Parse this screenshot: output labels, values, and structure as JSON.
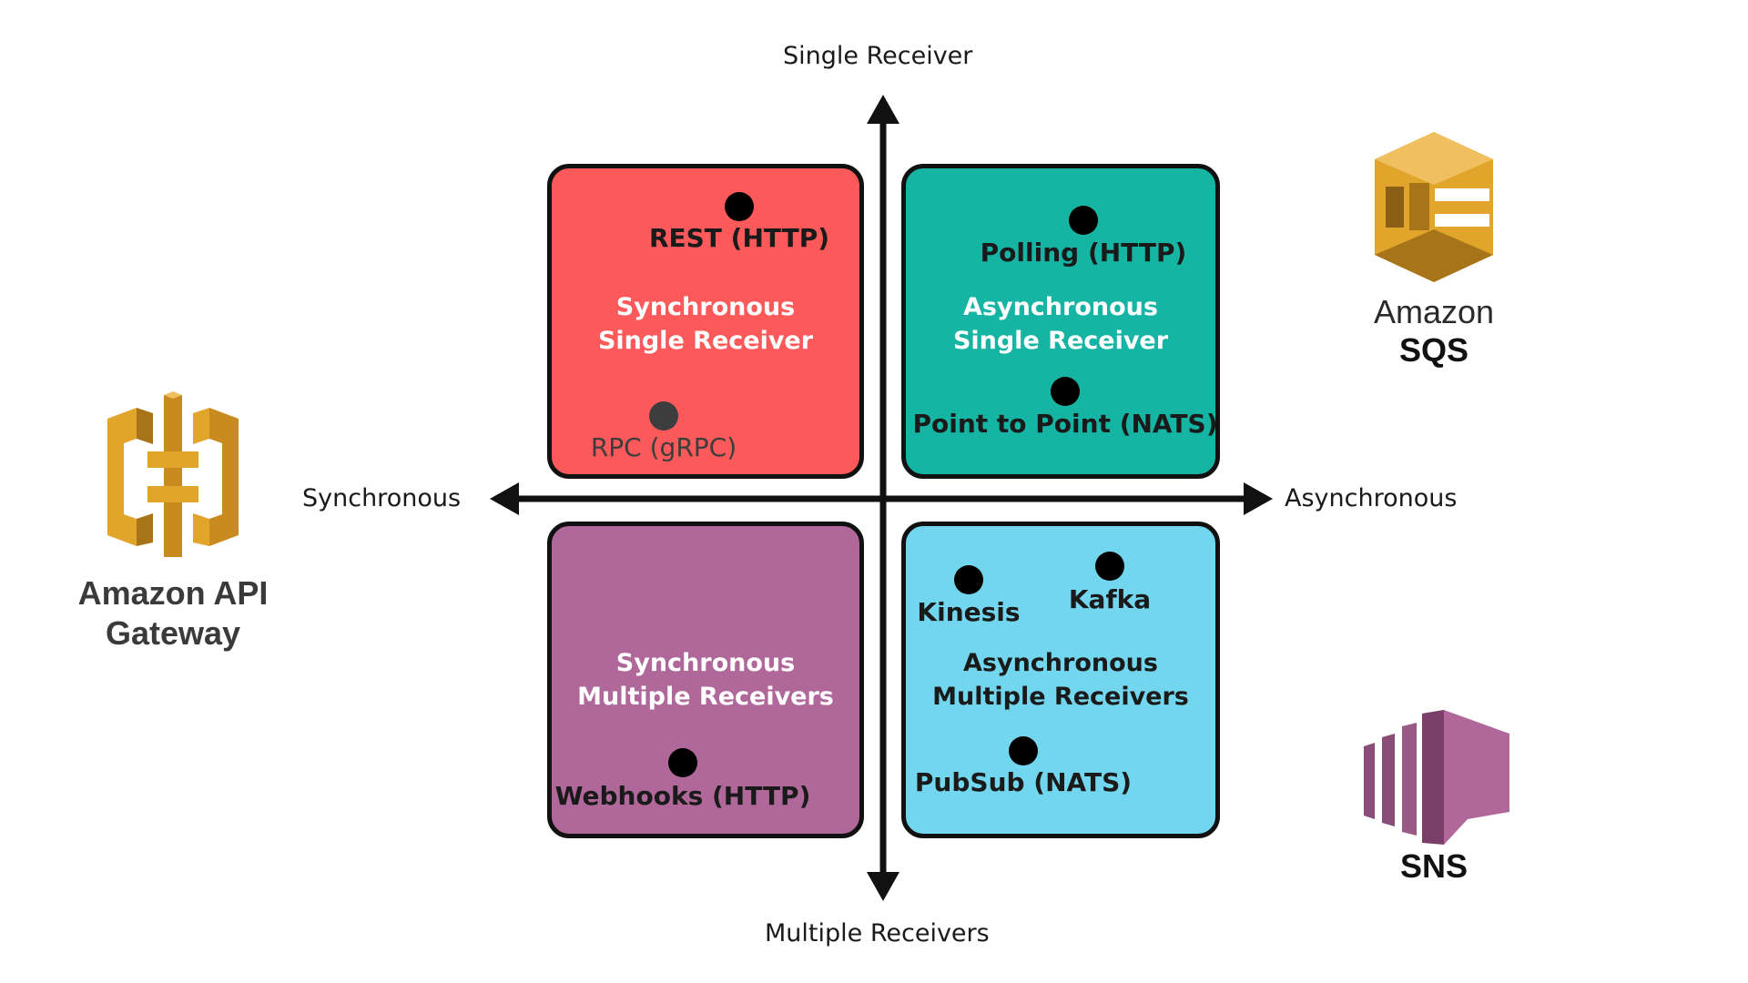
{
  "axes": {
    "top": "Single Receiver",
    "bottom": "Multiple Receivers",
    "left": "Synchronous",
    "right": "Asynchronous"
  },
  "quadrants": {
    "top_left": {
      "color": "#fc5a5a",
      "title": [
        "Synchronous",
        "Single Receiver"
      ],
      "items": [
        {
          "label": "REST (HTTP)"
        },
        {
          "label": "RPC (gRPC)"
        }
      ]
    },
    "top_right": {
      "color": "#16b4a3",
      "title": [
        "Asynchronous",
        "Single Receiver"
      ],
      "items": [
        {
          "label": "Polling (HTTP)"
        },
        {
          "label": "Point to Point (NATS)"
        }
      ]
    },
    "bottom_left": {
      "color": "#b0689b",
      "title": [
        "Synchronous",
        "Multiple Receivers"
      ],
      "items": [
        {
          "label": "Webhooks (HTTP)"
        }
      ]
    },
    "bottom_right": {
      "color": "#72d7ee",
      "title": [
        "Asynchronous",
        "Multiple Receivers"
      ],
      "items": [
        {
          "label": "Kinesis"
        },
        {
          "label": "Kafka"
        },
        {
          "label": "PubSub (NATS)"
        }
      ]
    }
  },
  "products": {
    "api_gateway": {
      "icon": "amazon-api-gateway-icon",
      "lines": [
        "Amazon API",
        "Gateway"
      ],
      "color": "#e0a52a"
    },
    "sqs": {
      "icon": "amazon-sqs-icon",
      "brand": "Amazon",
      "name": "SQS",
      "color": "#e0a52a"
    },
    "sns": {
      "icon": "amazon-sns-icon",
      "name": "SNS",
      "color": "#b0689b"
    }
  }
}
